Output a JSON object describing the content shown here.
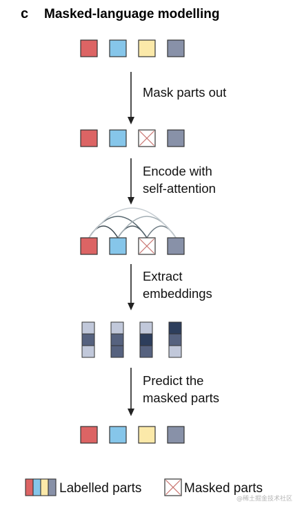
{
  "panel": {
    "letter": "c",
    "title": "Masked-language modelling"
  },
  "steps": [
    {
      "line1": "Mask parts out",
      "line2": ""
    },
    {
      "line1": "Encode with",
      "line2": "self-attention"
    },
    {
      "line1": "Extract",
      "line2": "embeddings"
    },
    {
      "line1": "Predict the",
      "line2": "masked parts"
    }
  ],
  "colors": {
    "red": "#dc6464",
    "blue": "#86c6ea",
    "yellow": "#fbe9a9",
    "gray": "#8891a8",
    "mask_cross": "#c9736e",
    "embed_dark": "#2d3e5c",
    "embed_mid": "#56627f",
    "embed_light": "#c1c8da"
  },
  "rows": {
    "input": [
      "red",
      "blue",
      "yellow",
      "gray"
    ],
    "masked": [
      "red",
      "blue",
      "mask",
      "gray"
    ],
    "attention": [
      "red",
      "blue",
      "mask",
      "gray"
    ],
    "output": [
      "red",
      "blue",
      "yellow",
      "gray"
    ]
  },
  "embeddings": [
    [
      "embed_light",
      "embed_mid",
      "embed_light"
    ],
    [
      "embed_light",
      "embed_mid",
      "embed_mid"
    ],
    [
      "embed_light",
      "embed_dark",
      "embed_mid"
    ],
    [
      "embed_dark",
      "embed_mid",
      "embed_light"
    ]
  ],
  "legend": {
    "labelled": "Labelled parts",
    "masked": "Masked parts"
  },
  "watermark": "@稀土掘金技术社区"
}
